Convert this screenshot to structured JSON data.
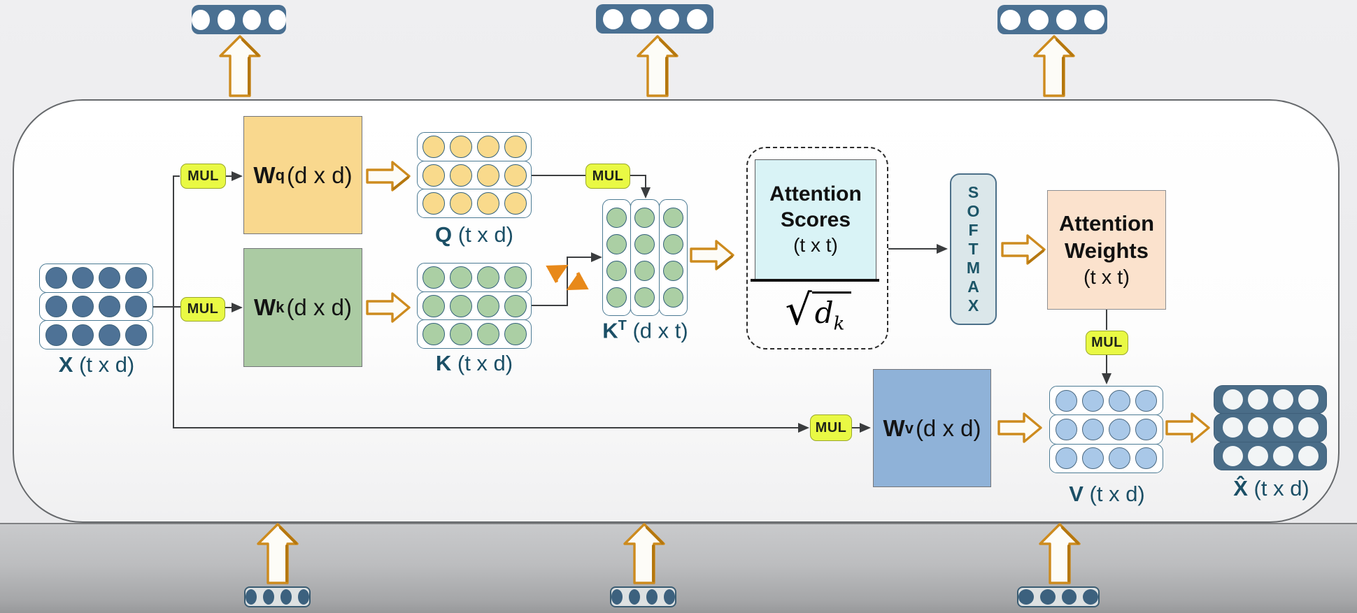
{
  "colors": {
    "accent_orange": "#cd8b1e",
    "mul_bg": "#e9f944",
    "mul_border": "#9aa82c",
    "teal_text": "#1b4f66",
    "wq_bg": "#f9d88e",
    "wk_bg": "#abcba3",
    "wv_bg": "#8fb2d8",
    "scores_bg": "#d9f3f6",
    "weights_bg": "#fbe2cd",
    "softmax_bg": "#dbe7ea",
    "softmax_border": "#4c7089",
    "pill_top_bg": "#4a7092",
    "pill_top_circle": "#ffffff",
    "pill_bottom_bg": "#dde1e2",
    "pill_bottom_border": "#3a5c72",
    "pill_bottom_circle": "#3c617e",
    "circle_x": "#4e7296",
    "circle_q": "#f9da8c",
    "circle_k": "#abcfa4",
    "circle_v": "#a9c8e8",
    "xhat_row_bg": "#4a6d88",
    "xhat_circle": "#f2f5f6",
    "circ_border": "#33617a",
    "row_border": "#4c7b94"
  },
  "mul_label": "MUL",
  "pills_top": [
    {
      "circles": 4
    },
    {
      "circles": 4
    },
    {
      "circles": 4
    }
  ],
  "pills_bottom": [
    {
      "circles": 4
    },
    {
      "circles": 4
    },
    {
      "circles": 4
    }
  ],
  "matrices": {
    "x": {
      "rows": 3,
      "cols": 4,
      "orientation": "h"
    },
    "q": {
      "rows": 3,
      "cols": 4,
      "orientation": "h"
    },
    "k": {
      "rows": 3,
      "cols": 4,
      "orientation": "h"
    },
    "kt": {
      "rows": 4,
      "cols": 3,
      "orientation": "v"
    },
    "v": {
      "rows": 3,
      "cols": 4,
      "orientation": "h"
    },
    "xhat": {
      "rows": 3,
      "cols": 4,
      "orientation": "h"
    }
  },
  "matrix_labels": {
    "x": {
      "bold": "X",
      "sup": "",
      "rest": " (t x d)"
    },
    "q": {
      "bold": "Q",
      "sup": "",
      "rest": " (t x d)"
    },
    "k": {
      "bold": "K",
      "sup": "",
      "rest": " (t x d)"
    },
    "kt": {
      "bold": "K",
      "sup": "T",
      "rest": " (d x t)"
    },
    "v": {
      "bold": "V",
      "sup": "",
      "rest": " (t x d)"
    },
    "xhat": {
      "bold": "X̂",
      "sup": "",
      "rest": " (t x d)"
    }
  },
  "weight_boxes": {
    "wq": {
      "bold": "W",
      "sup": "q",
      "rest": "(d x d)"
    },
    "wk": {
      "bold": "W",
      "sup": "k",
      "rest": "(d x d)"
    },
    "wv": {
      "bold": "W",
      "sup": "v",
      "rest": "(d x d)"
    }
  },
  "attention_scores": {
    "line1": "Attention",
    "line2": "Scores",
    "line3": "(t x t)",
    "denominator": {
      "radical": "√",
      "variable": "d",
      "subscript": "k"
    }
  },
  "softmax": {
    "text": "SOFTMAX"
  },
  "attention_weights": {
    "line1": "Attention",
    "line2": "Weights",
    "line3": "(t x t)"
  }
}
